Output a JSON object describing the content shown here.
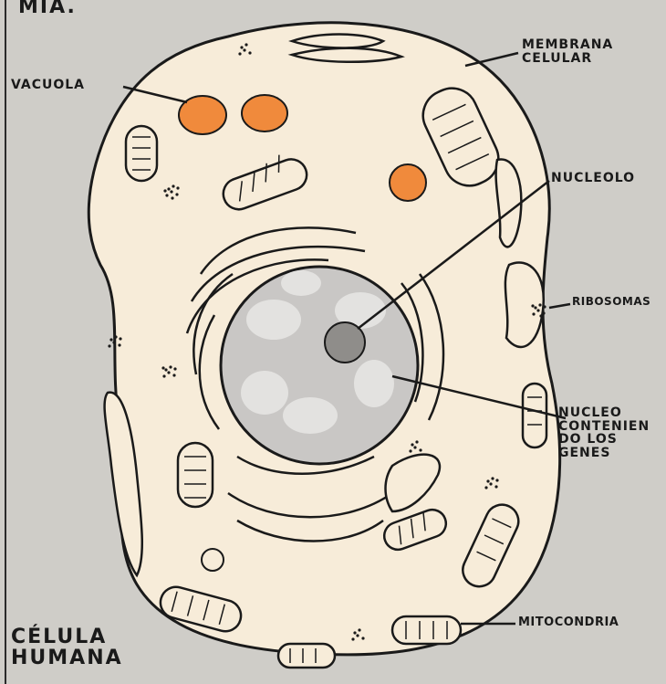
{
  "header_fragment": "MIA.",
  "caption": {
    "line1": "CÉLULA",
    "line2": "HUMANA"
  },
  "labels": {
    "vacuola": "VACUOLA",
    "membrana": "MEMBRANA\nCELULAR",
    "nucleolo": "NUCLEOLO",
    "ribosomas": "RIBOSOMAS",
    "nucleo": "NUCLEO\nCONTENIEN\nDO LOS\nGENES",
    "mitocondria": "MITOCONDRIA"
  },
  "colors": {
    "background": "#cfcdc8",
    "cytoplasm": "#f7ecd9",
    "nucleus": "#c9c7c5",
    "vacuole": "#f08a3c",
    "ink": "#1a1a1a"
  }
}
